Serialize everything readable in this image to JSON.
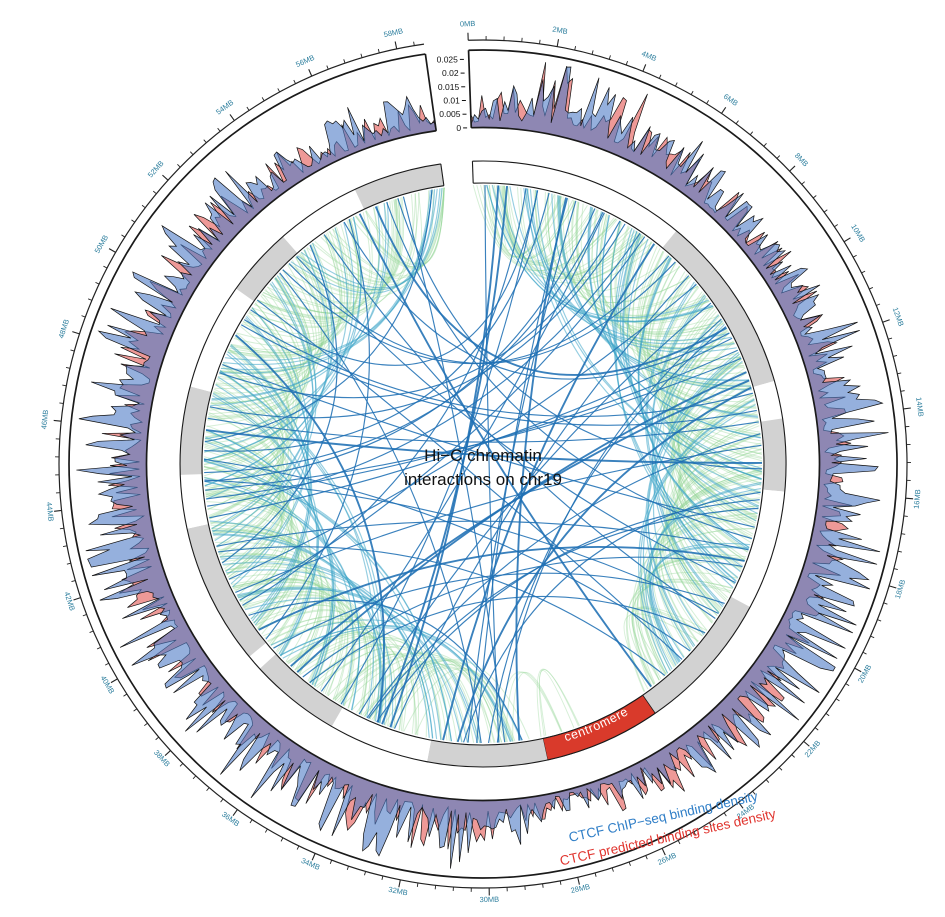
{
  "title": {
    "line1": "Hi−C chromatin",
    "line2": "interactions on chr19"
  },
  "legend": {
    "chipseq": {
      "label": "CTCF ChIP−seq binding density",
      "color": "#2f7ec7"
    },
    "predicted": {
      "label": "CTCF predicted binding sites density",
      "color": "#e0342e"
    }
  },
  "chromosome": {
    "name": "chr19",
    "length_mb": 58.62,
    "unit": "MB"
  },
  "axis": {
    "label_color": "#2e7f9e",
    "major_tick_interval_mb": 2,
    "minor_tick_interval_mb": 0.4,
    "tick_labels": [
      "0MB",
      "2MB",
      "4MB",
      "6MB",
      "8MB",
      "10MB",
      "12MB",
      "14MB",
      "16MB",
      "18MB",
      "20MB",
      "22MB",
      "24MB",
      "26MB",
      "28MB",
      "30MB",
      "32MB",
      "34MB",
      "36MB",
      "38MB",
      "40MB",
      "42MB",
      "44MB",
      "46MB",
      "48MB",
      "50MB",
      "52MB",
      "54MB",
      "56MB",
      "58MB"
    ]
  },
  "y_axis": {
    "tick_labels": [
      "0",
      "0.005",
      "0.01",
      "0.015",
      "0.02",
      "0.025"
    ],
    "max": 0.025
  },
  "ideogram": {
    "centromere_label": "centromere",
    "colors": {
      "gneg": "#ffffff",
      "gpos25": "#d2d2d2",
      "gvar": "#d2d2d2",
      "acen": "#d93a2b"
    },
    "bands": [
      {
        "start_mb": 0.0,
        "end_mb": 6.9,
        "stain": "gneg"
      },
      {
        "start_mb": 6.9,
        "end_mb": 12.6,
        "stain": "gpos25"
      },
      {
        "start_mb": 12.6,
        "end_mb": 13.8,
        "stain": "gneg"
      },
      {
        "start_mb": 13.8,
        "end_mb": 16.1,
        "stain": "gpos25"
      },
      {
        "start_mb": 16.1,
        "end_mb": 19.9,
        "stain": "gneg"
      },
      {
        "start_mb": 19.9,
        "end_mb": 24.4,
        "stain": "gvar"
      },
      {
        "start_mb": 24.4,
        "end_mb": 28.1,
        "stain": "acen"
      },
      {
        "start_mb": 28.1,
        "end_mb": 31.9,
        "stain": "gvar"
      },
      {
        "start_mb": 31.9,
        "end_mb": 35.1,
        "stain": "gneg"
      },
      {
        "start_mb": 35.1,
        "end_mb": 38.0,
        "stain": "gpos25"
      },
      {
        "start_mb": 38.0,
        "end_mb": 38.5,
        "stain": "gneg"
      },
      {
        "start_mb": 38.5,
        "end_mb": 43.0,
        "stain": "gpos25"
      },
      {
        "start_mb": 43.0,
        "end_mb": 44.7,
        "stain": "gneg"
      },
      {
        "start_mb": 44.7,
        "end_mb": 47.5,
        "stain": "gpos25"
      },
      {
        "start_mb": 47.5,
        "end_mb": 50.9,
        "stain": "gneg"
      },
      {
        "start_mb": 50.9,
        "end_mb": 53.1,
        "stain": "gpos25"
      },
      {
        "start_mb": 53.1,
        "end_mb": 55.8,
        "stain": "gneg"
      },
      {
        "start_mb": 55.8,
        "end_mb": 58.62,
        "stain": "gpos25"
      }
    ]
  },
  "chart_data": {
    "type": "circos",
    "title": "Hi−C chromatin interactions on chr19",
    "density_track": {
      "value_range": [
        0,
        0.025
      ],
      "sample_interval_mb": 2,
      "series": [
        {
          "name": "CTCF ChIP−seq binding density",
          "fill": "rgba(78,124,199,0.60)",
          "values": [
            0.004,
            0.013,
            0.012,
            0.01,
            0.008,
            0.009,
            0.013,
            0.016,
            0.013,
            0.015,
            0.016,
            0.012,
            0.01,
            0.006,
            0.004,
            0.012,
            0.015,
            0.013,
            0.014,
            0.016,
            0.015,
            0.017,
            0.016,
            0.015,
            0.016,
            0.014,
            0.012,
            0.01,
            0.008,
            0.009,
            0.01
          ]
        },
        {
          "name": "CTCF predicted binding sites density",
          "fill": "rgba(228,90,87,0.62)",
          "values": [
            0.006,
            0.019,
            0.013,
            0.008,
            0.006,
            0.008,
            0.008,
            0.007,
            0.006,
            0.008,
            0.008,
            0.01,
            0.012,
            0.008,
            0.006,
            0.009,
            0.011,
            0.012,
            0.008,
            0.008,
            0.01,
            0.009,
            0.008,
            0.008,
            0.009,
            0.01,
            0.009,
            0.008,
            0.006,
            0.006,
            0.007
          ]
        }
      ]
    },
    "links": {
      "short_range": {
        "color": "#93d496",
        "links": [
          [
            0.5,
            4.2,
            10,
            0.8,
            2.0
          ],
          [
            1.2,
            6.0,
            8,
            0.6,
            1.6
          ],
          [
            2.5,
            7.5,
            9,
            0.7,
            1.8
          ],
          [
            3.2,
            9.0,
            8,
            0.5,
            1.5
          ],
          [
            4.0,
            10.5,
            10,
            0.8,
            2.0
          ],
          [
            5.5,
            11.5,
            8,
            0.6,
            1.5
          ],
          [
            6.5,
            12.5,
            9,
            0.7,
            1.8
          ],
          [
            7.2,
            13.8,
            8,
            0.6,
            1.6
          ],
          [
            8.0,
            14.5,
            10,
            0.8,
            2.0
          ],
          [
            9.5,
            15.5,
            8,
            0.6,
            1.5
          ],
          [
            10.2,
            16.5,
            9,
            0.7,
            1.8
          ],
          [
            11.0,
            17.5,
            8,
            0.6,
            1.5
          ],
          [
            12.0,
            18.0,
            8,
            0.6,
            1.5
          ],
          [
            13.0,
            19.0,
            9,
            0.7,
            1.8
          ],
          [
            14.2,
            19.8,
            8,
            0.5,
            1.2
          ],
          [
            15.0,
            21.0,
            8,
            0.6,
            1.5
          ],
          [
            16.0,
            22.0,
            9,
            0.6,
            1.5
          ],
          [
            17.0,
            23.0,
            8,
            0.5,
            1.2
          ],
          [
            18.5,
            23.5,
            6,
            0.4,
            1.0
          ],
          [
            21.5,
            23.8,
            4,
            0.3,
            0.6
          ],
          [
            26.8,
            28.3,
            3,
            0.2,
            0.4
          ],
          [
            27.5,
            29.5,
            3,
            0.2,
            0.4
          ],
          [
            29.0,
            33.0,
            8,
            0.6,
            1.5
          ],
          [
            30.0,
            34.5,
            9,
            0.7,
            1.8
          ],
          [
            31.0,
            36.0,
            8,
            0.6,
            1.5
          ],
          [
            32.5,
            37.0,
            9,
            0.7,
            1.8
          ],
          [
            33.5,
            38.5,
            8,
            0.6,
            1.5
          ],
          [
            34.5,
            39.5,
            9,
            0.7,
            1.8
          ],
          [
            35.5,
            40.5,
            8,
            0.6,
            1.5
          ],
          [
            36.5,
            41.5,
            9,
            0.7,
            1.8
          ],
          [
            37.5,
            42.5,
            8,
            0.6,
            1.5
          ],
          [
            38.5,
            43.5,
            9,
            0.7,
            1.8
          ],
          [
            39.5,
            44.5,
            8,
            0.6,
            1.5
          ],
          [
            40.5,
            45.5,
            9,
            0.7,
            1.8
          ],
          [
            41.5,
            46.5,
            8,
            0.6,
            1.5
          ],
          [
            42.5,
            47.5,
            9,
            0.7,
            1.8
          ],
          [
            43.5,
            48.5,
            8,
            0.6,
            1.5
          ],
          [
            44.5,
            49.5,
            9,
            0.7,
            1.8
          ],
          [
            45.5,
            50.5,
            8,
            0.6,
            1.5
          ],
          [
            46.5,
            51.5,
            9,
            0.7,
            1.8
          ],
          [
            47.5,
            52.5,
            8,
            0.6,
            1.5
          ],
          [
            48.5,
            53.5,
            9,
            0.7,
            1.8
          ],
          [
            49.5,
            54.5,
            8,
            0.6,
            1.5
          ],
          [
            50.5,
            55.5,
            8,
            0.6,
            1.5
          ],
          [
            51.5,
            56.5,
            8,
            0.6,
            1.5
          ],
          [
            52.5,
            57.5,
            8,
            0.6,
            1.5
          ],
          [
            54.0,
            58.3,
            8,
            0.6,
            1.5
          ],
          [
            19.5,
            24.0,
            5,
            0.4,
            0.8
          ],
          [
            55.5,
            58.4,
            6,
            0.4,
            1.0
          ],
          [
            0.8,
            2.8,
            6,
            0.4,
            1.0
          ]
        ]
      },
      "mid_range": {
        "color": "#3fa6c8",
        "links": [
          [
            0.6,
            9.5,
            4,
            0.4
          ],
          [
            1.5,
            11.0,
            4,
            0.4
          ],
          [
            2.8,
            12.5,
            4,
            0.4
          ],
          [
            4.2,
            14.0,
            4,
            0.4
          ],
          [
            5.0,
            15.5,
            3,
            0.3
          ],
          [
            6.2,
            16.8,
            4,
            0.4
          ],
          [
            7.5,
            18.0,
            3,
            0.3
          ],
          [
            8.8,
            19.2,
            4,
            0.4
          ],
          [
            10.0,
            20.5,
            3,
            0.3
          ],
          [
            11.5,
            21.8,
            4,
            0.4
          ],
          [
            13.0,
            23.0,
            3,
            0.3
          ],
          [
            2.0,
            16.0,
            3,
            0.3
          ],
          [
            5.8,
            19.0,
            3,
            0.3
          ],
          [
            29.2,
            38.0,
            4,
            0.4
          ],
          [
            30.5,
            40.0,
            4,
            0.4
          ],
          [
            32.0,
            41.5,
            4,
            0.4
          ],
          [
            33.5,
            43.0,
            4,
            0.4
          ],
          [
            35.0,
            44.5,
            3,
            0.3
          ],
          [
            36.5,
            46.0,
            4,
            0.4
          ],
          [
            38.0,
            47.5,
            3,
            0.3
          ],
          [
            39.5,
            49.0,
            4,
            0.4
          ],
          [
            41.0,
            50.5,
            3,
            0.3
          ],
          [
            42.5,
            52.0,
            4,
            0.4
          ],
          [
            44.0,
            53.5,
            3,
            0.3
          ],
          [
            45.5,
            55.0,
            4,
            0.4
          ],
          [
            47.0,
            56.5,
            3,
            0.3
          ],
          [
            48.5,
            58.0,
            4,
            0.4
          ],
          [
            31.5,
            45.0,
            3,
            0.3
          ],
          [
            34.0,
            48.0,
            3,
            0.3
          ],
          [
            53.0,
            58.4,
            3,
            0.3
          ],
          [
            16.0,
            23.0,
            3,
            0.3
          ],
          [
            18.0,
            22.5,
            3,
            0.3
          ]
        ]
      },
      "long_range": {
        "color": "#1f6fb4",
        "links": [
          [
            1.0,
            33.5,
            2
          ],
          [
            1.8,
            40.0,
            1
          ],
          [
            2.6,
            45.5,
            1
          ],
          [
            3.4,
            30.5,
            2
          ],
          [
            4.6,
            36.0,
            1
          ],
          [
            5.4,
            47.0,
            1
          ],
          [
            6.6,
            31.5,
            1
          ],
          [
            7.4,
            52.5,
            2
          ],
          [
            8.6,
            41.0,
            1
          ],
          [
            9.4,
            34.5,
            1
          ],
          [
            10.6,
            55.0,
            1
          ],
          [
            11.4,
            44.0,
            2
          ],
          [
            12.6,
            31.0,
            1
          ],
          [
            13.4,
            50.0,
            1
          ],
          [
            14.6,
            40.5,
            1
          ],
          [
            15.4,
            57.0,
            1
          ],
          [
            16.6,
            34.0,
            2
          ],
          [
            17.4,
            48.5,
            1
          ],
          [
            18.6,
            39.0,
            1
          ],
          [
            19.4,
            53.0,
            1
          ],
          [
            20.6,
            44.5,
            1
          ],
          [
            21.4,
            36.5,
            1
          ],
          [
            22.6,
            51.0,
            1
          ],
          [
            23.4,
            42.0,
            1
          ],
          [
            28.9,
            3.2,
            1
          ],
          [
            29.8,
            10.2,
            2
          ],
          [
            30.8,
            16.2,
            1
          ],
          [
            33.2,
            8.2,
            1
          ],
          [
            34.2,
            14.2,
            1
          ],
          [
            35.2,
            2.2,
            1
          ],
          [
            37.2,
            12.2,
            2
          ],
          [
            38.2,
            20.2,
            1
          ],
          [
            40.2,
            6.2,
            1
          ],
          [
            42.2,
            18.2,
            1
          ],
          [
            43.2,
            10.8,
            1
          ],
          [
            45.2,
            22.2,
            1
          ],
          [
            46.2,
            15.2,
            1
          ],
          [
            48.2,
            5.2,
            1
          ],
          [
            50.2,
            12.8,
            1
          ],
          [
            52.2,
            30.2,
            1
          ],
          [
            54.2,
            20.8,
            1
          ],
          [
            55.2,
            38.6,
            1
          ],
          [
            56.2,
            10.4,
            1
          ],
          [
            57.2,
            29.4,
            1
          ],
          [
            58.2,
            45.8,
            1
          ],
          [
            44.6,
            4.4,
            2
          ],
          [
            36.8,
            18.8,
            1
          ],
          [
            39.6,
            28.8,
            1
          ],
          [
            49.6,
            33.8,
            1
          ],
          [
            53.6,
            41.6,
            1
          ],
          [
            0.4,
            29.6,
            1
          ],
          [
            2.2,
            50.6,
            1
          ],
          [
            6.0,
            43.6,
            1
          ],
          [
            13.8,
            46.6,
            1
          ],
          [
            24.0,
            55.6,
            1
          ],
          [
            17.8,
            56.6,
            1
          ]
        ]
      }
    }
  }
}
